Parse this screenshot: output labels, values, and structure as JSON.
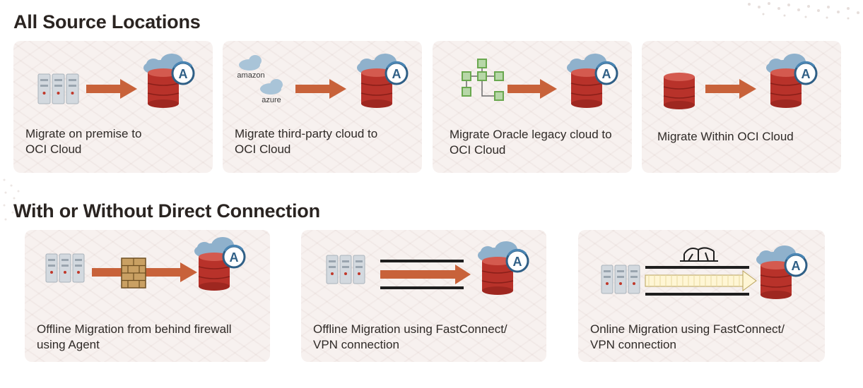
{
  "sections": [
    {
      "title": "All Source Locations",
      "cards": [
        {
          "label": "Migrate on premise to\nOCI Cloud",
          "source": "on-premise-servers"
        },
        {
          "label": "Migrate third-party cloud to\nOCI Cloud",
          "source": "third-party-clouds",
          "cloud_labels": [
            "amazon",
            "azure"
          ]
        },
        {
          "label": "Migrate Oracle legacy cloud to\nOCI Cloud",
          "source": "legacy-cloud-network"
        },
        {
          "label": "Migrate Within OCI Cloud",
          "source": "oci-database"
        }
      ]
    },
    {
      "title": "With or Without Direct Connection",
      "cards": [
        {
          "label": "Offline Migration from behind firewall\nusing Agent",
          "source": "servers-firewall"
        },
        {
          "label": "Offline Migration using FastConnect/\nVPN connection",
          "source": "servers-pipe"
        },
        {
          "label": "Online Migration using FastConnect/\nVPN connection",
          "source": "servers-bridge-pipe"
        }
      ]
    }
  ],
  "target_badge_letter": "A",
  "colors": {
    "arrow": "#c8623a",
    "database": "#b8322a",
    "cloud": "#8fb1cc",
    "badge": "#2f5f86",
    "server": "#cfd5dc",
    "firewall": "#b08445",
    "network_node": "#6aa84f"
  }
}
